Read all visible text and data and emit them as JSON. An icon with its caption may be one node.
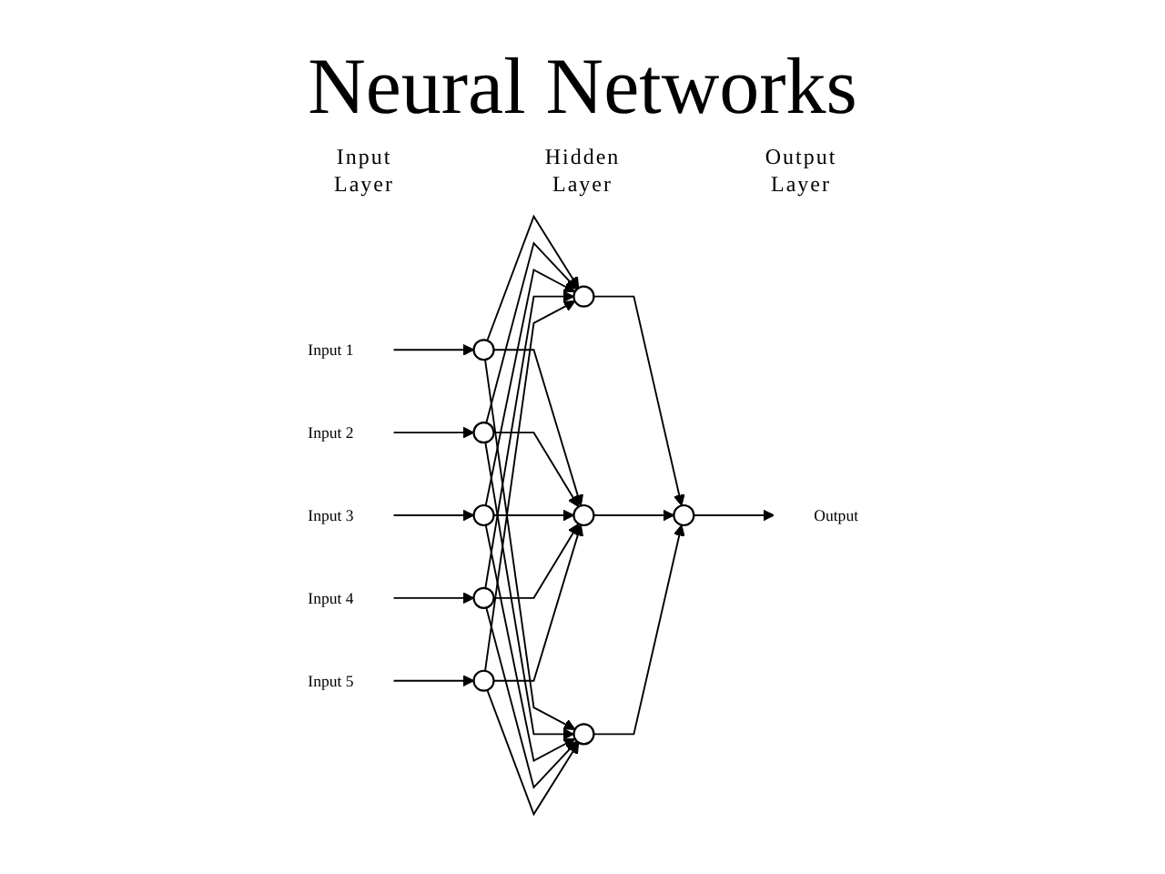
{
  "diagram": {
    "title": "Neural Networks",
    "nodes": [
      {
        "text": [
          "Input 1"
        ]
      },
      {
        "text": [
          "Input 2"
        ]
      },
      {
        "text": [
          "Input 3"
        ]
      },
      {
        "text": [
          "Input 4"
        ]
      },
      {
        "text": [
          "Input 5"
        ]
      },
      {
        "text": [],
        "shape": "circle"
      },
      {
        "text": [],
        "shape": "circle"
      },
      {
        "text": [],
        "shape": "circle"
      },
      {
        "text": [],
        "shape": "circle"
      },
      {
        "text": [],
        "shape": "circle"
      },
      {
        "text": [],
        "shape": "circle"
      },
      {
        "text": [],
        "shape": "circle"
      },
      {
        "text": [],
        "shape": "circle"
      },
      {
        "text": [],
        "shape": "circle"
      },
      {
        "text": [
          "Output"
        ]
      }
    ],
    "edges": [
      {
        "from": 0,
        "to": 5,
        "arrow": "to"
      },
      {
        "from": 1,
        "to": 6,
        "arrow": "to"
      },
      {
        "from": 2,
        "to": 7,
        "arrow": "to"
      },
      {
        "from": 3,
        "to": 8,
        "arrow": "to"
      },
      {
        "from": 4,
        "to": 9,
        "arrow": "to"
      },
      {
        "from": 5,
        "to": 10,
        "arrow": "to"
      },
      {
        "from": 5,
        "to": 11,
        "arrow": "to"
      },
      {
        "from": 5,
        "to": 12,
        "arrow": "to"
      },
      {
        "from": 6,
        "to": 10,
        "arrow": "to"
      },
      {
        "from": 6,
        "to": 11,
        "arrow": "to"
      },
      {
        "from": 6,
        "to": 12,
        "arrow": "to"
      },
      {
        "from": 7,
        "to": 10,
        "arrow": "to"
      },
      {
        "from": 7,
        "to": 11,
        "arrow": "to"
      },
      {
        "from": 7,
        "to": 12,
        "arrow": "to"
      },
      {
        "from": 8,
        "to": 10,
        "arrow": "to"
      },
      {
        "from": 8,
        "to": 11,
        "arrow": "to"
      },
      {
        "from": 8,
        "to": 12,
        "arrow": "to"
      },
      {
        "from": 9,
        "to": 10,
        "arrow": "to"
      },
      {
        "from": 9,
        "to": 11,
        "arrow": "to"
      },
      {
        "from": 9,
        "to": 12,
        "arrow": "to"
      },
      {
        "from": 10,
        "to": 13,
        "arrow": "to"
      },
      {
        "from": 11,
        "to": 13,
        "arrow": "to"
      },
      {
        "from": 12,
        "to": 13,
        "arrow": "to"
      },
      {
        "from": 13,
        "to": 14,
        "arrow": "to"
      }
    ],
    "labels": [
      "Input Layer",
      "Hidden Layer",
      "Output Layer"
    ]
  }
}
